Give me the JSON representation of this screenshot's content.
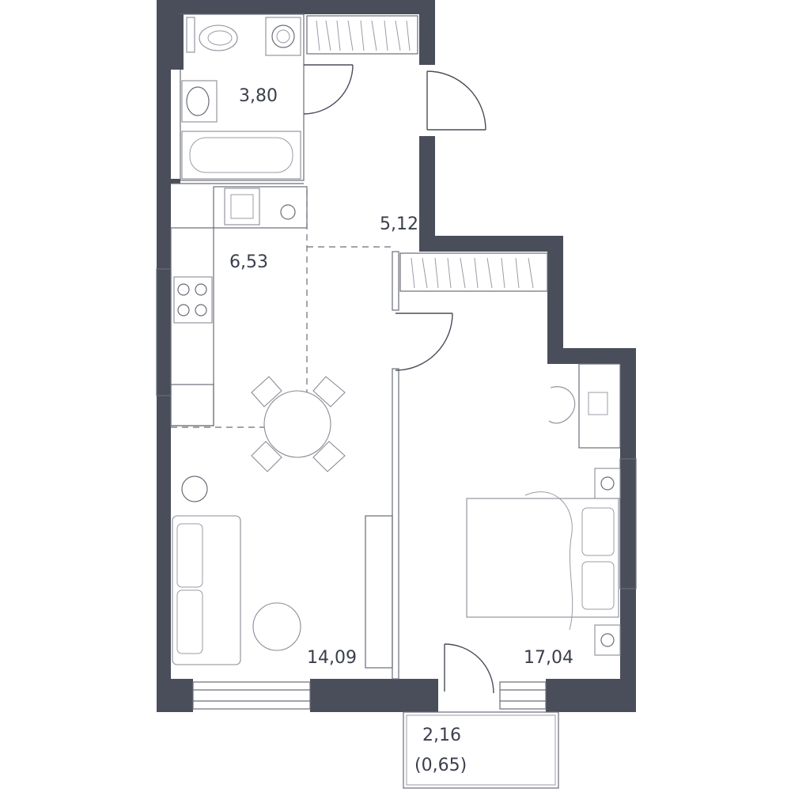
{
  "rooms": {
    "bathroom": {
      "area": "3,80"
    },
    "hallway": {
      "area": "5,12"
    },
    "kitchen": {
      "area": "6,53"
    },
    "living_room": {
      "area": "14,09"
    },
    "bedroom": {
      "area": "17,04"
    },
    "balcony": {
      "area": "2,16",
      "reduced_area": "(0,65)"
    }
  },
  "colors": {
    "wall": "#4a4d5a",
    "line": "#6a6d78",
    "text": "#3b3f4c"
  }
}
